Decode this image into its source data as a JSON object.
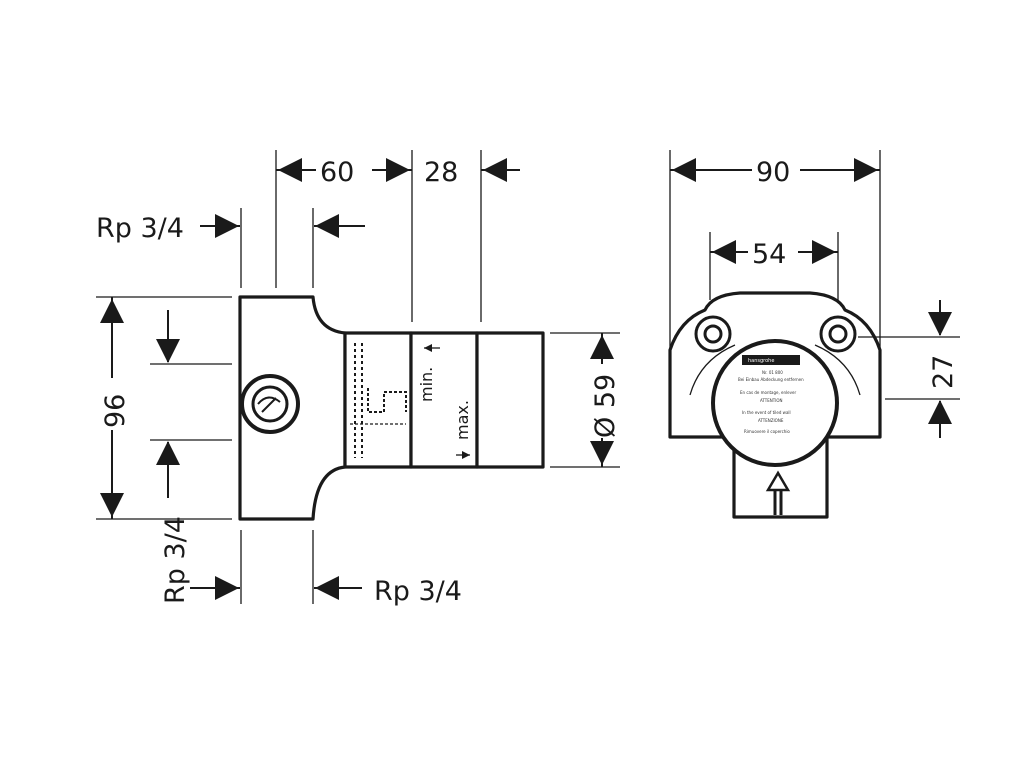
{
  "side_view": {
    "dim_top_left": "60",
    "dim_top_right": "28",
    "dim_height": "96",
    "dim_diameter": "Ø 59",
    "thread_top": "Rp 3/4",
    "thread_bottom_left": "Rp 3/4",
    "thread_bottom_right": "Rp 3/4",
    "label_min": "min.",
    "label_max": "max."
  },
  "front_view": {
    "dim_width": "90",
    "dim_inner": "54",
    "dim_offset": "27",
    "plate_brand": "hansgrohe",
    "plate_lines": [
      "Nr. 01 800",
      "Bei Einbau Abdeckung entfernen",
      "En cas de montage, enlever",
      "ATTENTION",
      "In the event of tiled wall",
      "ATTENZIONE",
      "Rimuovere il coperchio"
    ]
  }
}
